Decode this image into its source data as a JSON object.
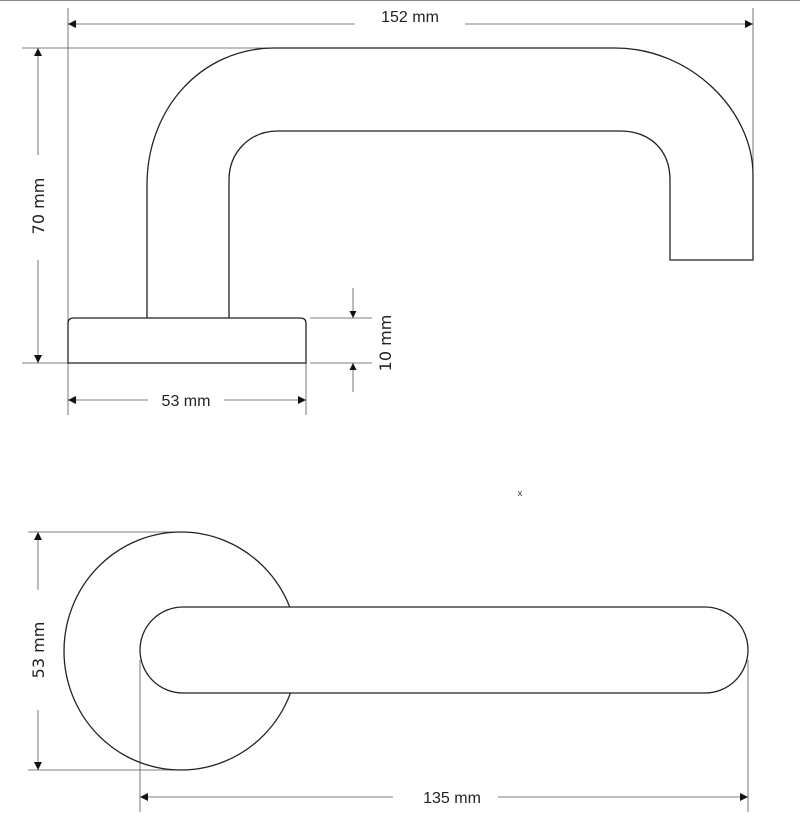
{
  "side_view": {
    "overall_width": "152 mm",
    "overall_height": "70 mm",
    "rose_thickness": "10 mm",
    "rose_width": "53 mm"
  },
  "top_view": {
    "rose_diameter": "53 mm",
    "lever_length": "135 mm",
    "marker": "x"
  },
  "colors": {
    "line": "#222222",
    "background": "#ffffff"
  }
}
